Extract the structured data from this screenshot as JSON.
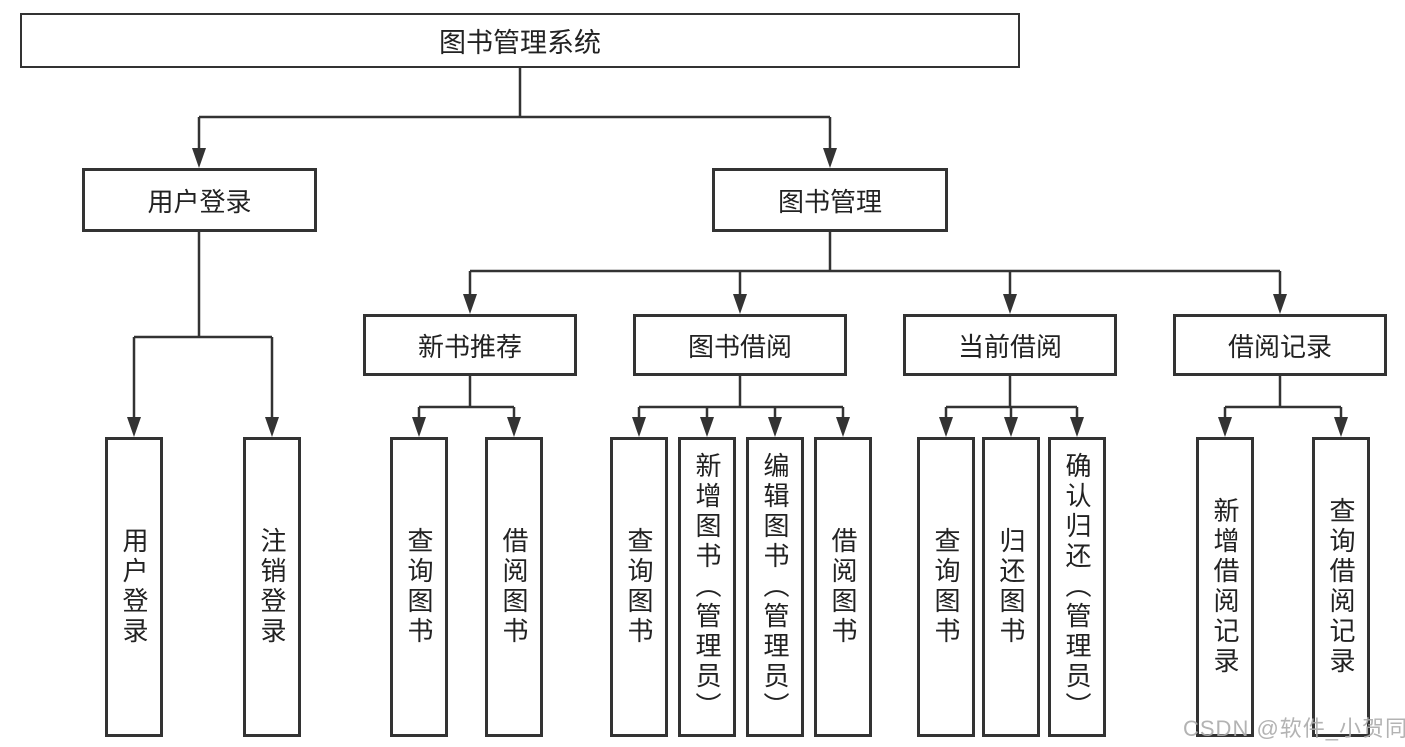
{
  "tree": {
    "root": {
      "label": "图书管理系统"
    },
    "branches": [
      {
        "label": "用户登录",
        "leaves": [
          {
            "label": "用户登录"
          },
          {
            "label": "注销登录"
          }
        ]
      },
      {
        "label": "图书管理",
        "children": [
          {
            "label": "新书推荐",
            "leaves": [
              {
                "label": "查询图书"
              },
              {
                "label": "借阅图书"
              }
            ]
          },
          {
            "label": "图书借阅",
            "leaves": [
              {
                "label": "查询图书"
              },
              {
                "label": "新增图书（管理员）"
              },
              {
                "label": "编辑图书（管理员）"
              },
              {
                "label": "借阅图书"
              }
            ]
          },
          {
            "label": "当前借阅",
            "leaves": [
              {
                "label": "查询图书"
              },
              {
                "label": "归还图书"
              },
              {
                "label": "确认归还（管理员）"
              }
            ]
          },
          {
            "label": "借阅记录",
            "leaves": [
              {
                "label": "新增借阅记录"
              },
              {
                "label": "查询借阅记录"
              }
            ]
          }
        ]
      }
    ]
  },
  "watermark": {
    "text": "CSDN @软件_小贺同学"
  },
  "colors": {
    "line": "#333333",
    "box_border": "#333333",
    "box_fill": "#ffffff",
    "text": "#222222",
    "watermark": "#acacac",
    "background": "#ffffff"
  }
}
